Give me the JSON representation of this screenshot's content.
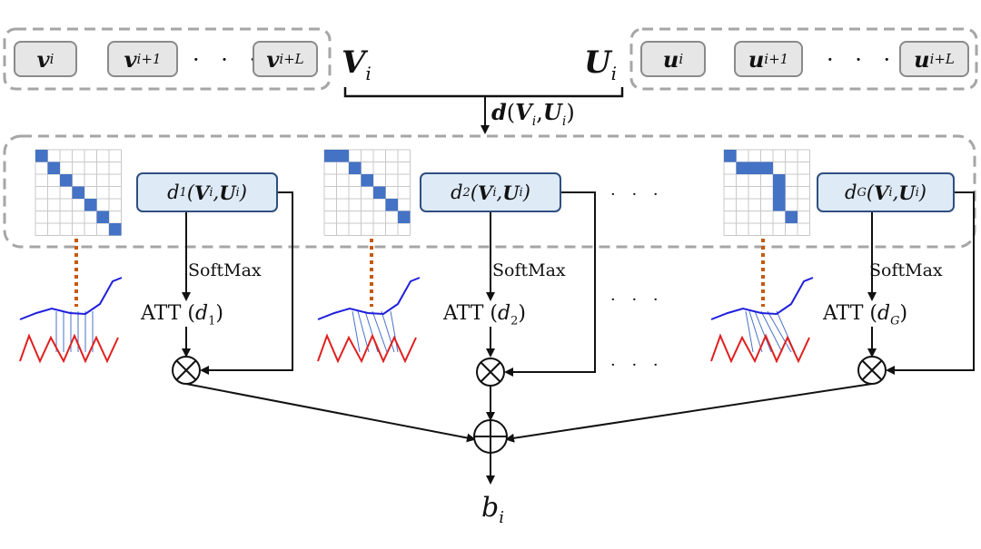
{
  "top_left_chips": [
    {
      "base": "v",
      "sub": "i"
    },
    {
      "base": "v",
      "sub": "i+1"
    },
    {
      "base": "v",
      "sub": "i+L"
    }
  ],
  "top_right_chips": [
    {
      "base": "u",
      "sub": "i"
    },
    {
      "base": "u",
      "sub": "i+1"
    },
    {
      "base": "u",
      "sub": "i+L"
    }
  ],
  "ellipsis": "· · ·",
  "vertical_ellipsis_row": "· · ·",
  "V_label": {
    "base": "V",
    "sub": "i"
  },
  "U_label": {
    "base": "U",
    "sub": "i"
  },
  "distance_label": {
    "fn": "d",
    "open": "(",
    "a": "V",
    "a_sub": "i",
    "comma": ",",
    "b": "U",
    "b_sub": "i",
    "close": ")"
  },
  "groups": [
    {
      "fn": "d",
      "fn_sub": "1",
      "a": "V",
      "a_sub": "i",
      "b": "U",
      "b_sub": "i",
      "softmax": "SoftMax",
      "att": "ATT (",
      "att_fn": "d",
      "att_sub": "1",
      "att_close": ")"
    },
    {
      "fn": "d",
      "fn_sub": "2",
      "a": "V",
      "a_sub": "i",
      "b": "U",
      "b_sub": "i",
      "softmax": "SoftMax",
      "att": "ATT (",
      "att_fn": "d",
      "att_sub": "2",
      "att_close": ")"
    },
    {
      "fn": "d",
      "fn_sub": "G",
      "a": "V",
      "a_sub": "i",
      "b": "U",
      "b_sub": "i",
      "softmax": "SoftMax",
      "att": "ATT (",
      "att_fn": "d",
      "att_sub": "G",
      "att_close": ")"
    }
  ],
  "output": {
    "base": "b",
    "sub": "i"
  },
  "colors": {
    "matrix_fill": "#4472c4",
    "dbox_fill": "#deeaf6",
    "dbox_border": "#2f4f7f",
    "dash": "#a6a6a6",
    "wave_blue": "#1f1fdd",
    "wave_red": "#e02020",
    "dotted": "#c55a11"
  },
  "icons": {
    "multiply": "circle-times-icon",
    "sum": "circle-plus-icon"
  }
}
